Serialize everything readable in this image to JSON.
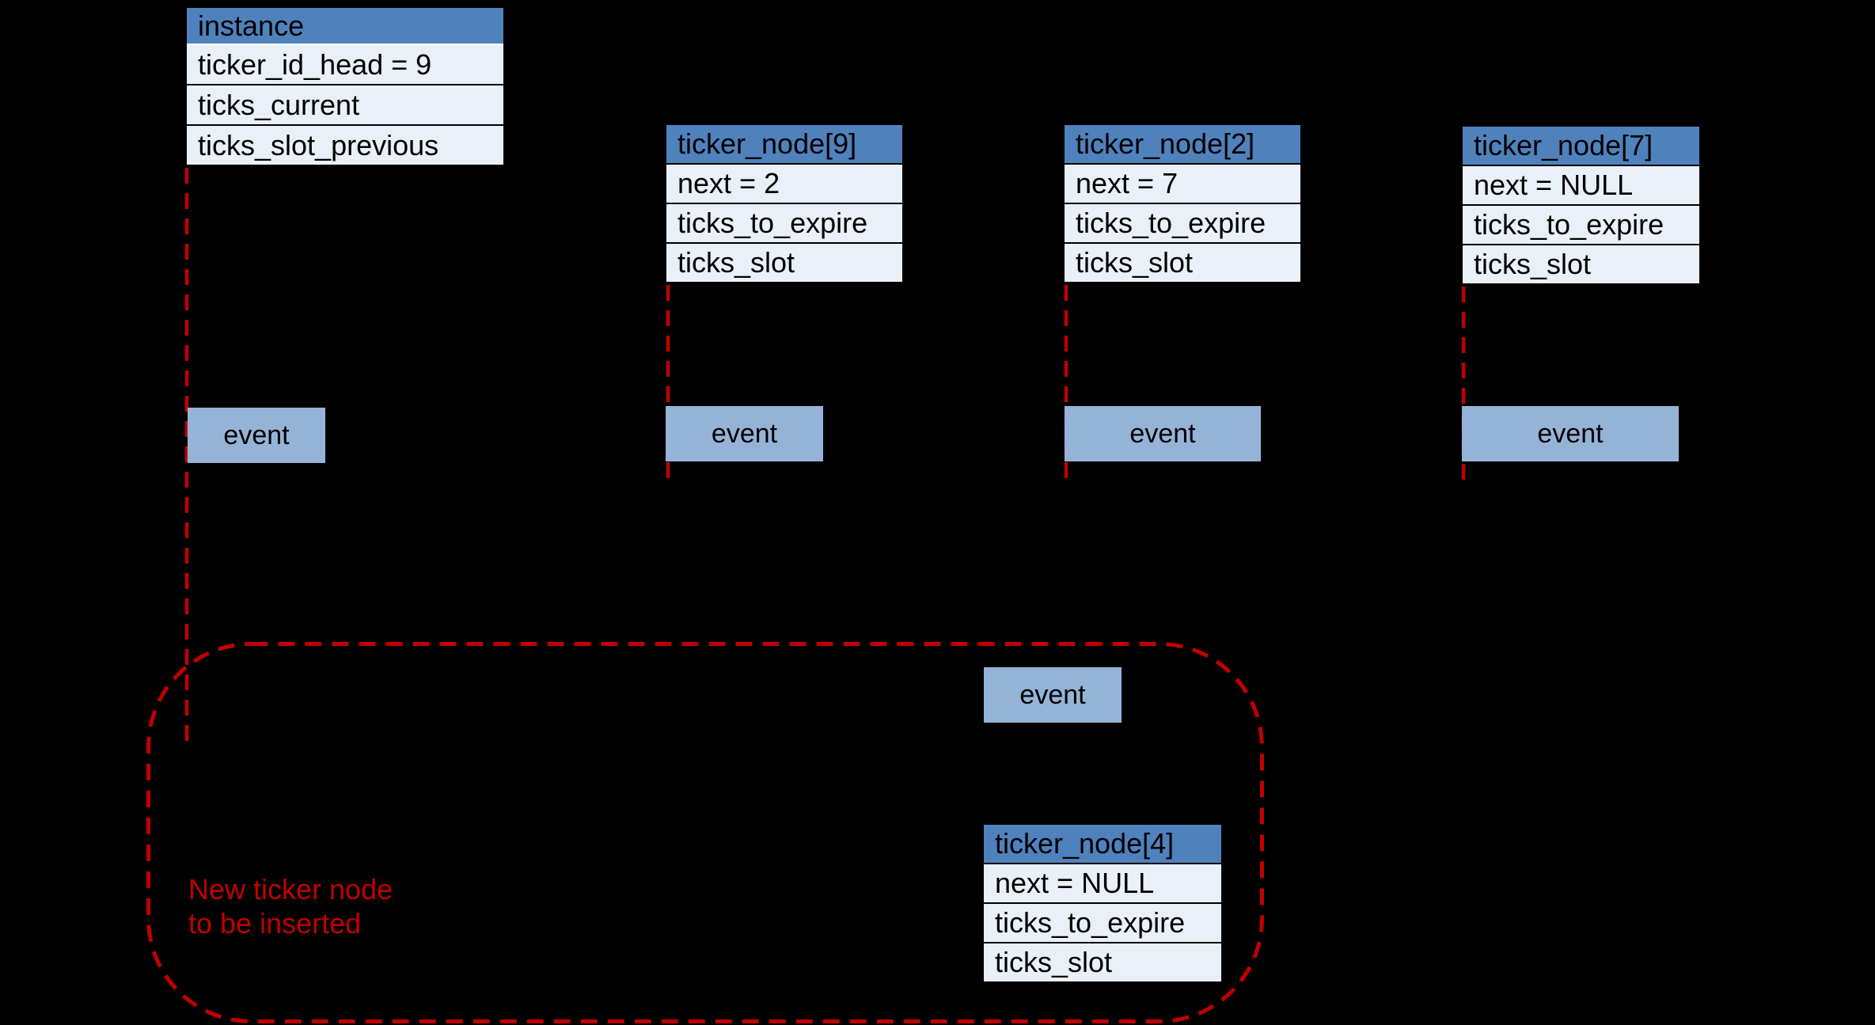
{
  "colors": {
    "background": "#000000",
    "header_blue": "#4F81BD",
    "row_light_blue": "#EAF0F8",
    "event_blue": "#95B3D7",
    "annotation_red": "#C00000"
  },
  "tables": [
    {
      "header": "instance",
      "rows": [
        "ticker_id_head = 9",
        "ticks_current",
        "ticks_slot_previous"
      ]
    },
    {
      "header": "ticker_node[9]",
      "rows": [
        "next = 2",
        "ticks_to_expire",
        "ticks_slot"
      ]
    },
    {
      "header": "ticker_node[2]",
      "rows": [
        "next = 7",
        "ticks_to_expire",
        "ticks_slot"
      ]
    },
    {
      "header": "ticker_node[7]",
      "rows": [
        "next = NULL",
        "ticks_to_expire",
        "ticks_slot"
      ]
    },
    {
      "header": "ticker_node[4]",
      "rows": [
        "next = NULL",
        "ticks_to_expire",
        "ticks_slot"
      ]
    }
  ],
  "events": [
    {
      "label": "event"
    },
    {
      "label": "event"
    },
    {
      "label": "event"
    },
    {
      "label": "event"
    },
    {
      "label": "event"
    }
  ],
  "annotation": {
    "line1": "New ticker node",
    "line2": "to be inserted"
  }
}
